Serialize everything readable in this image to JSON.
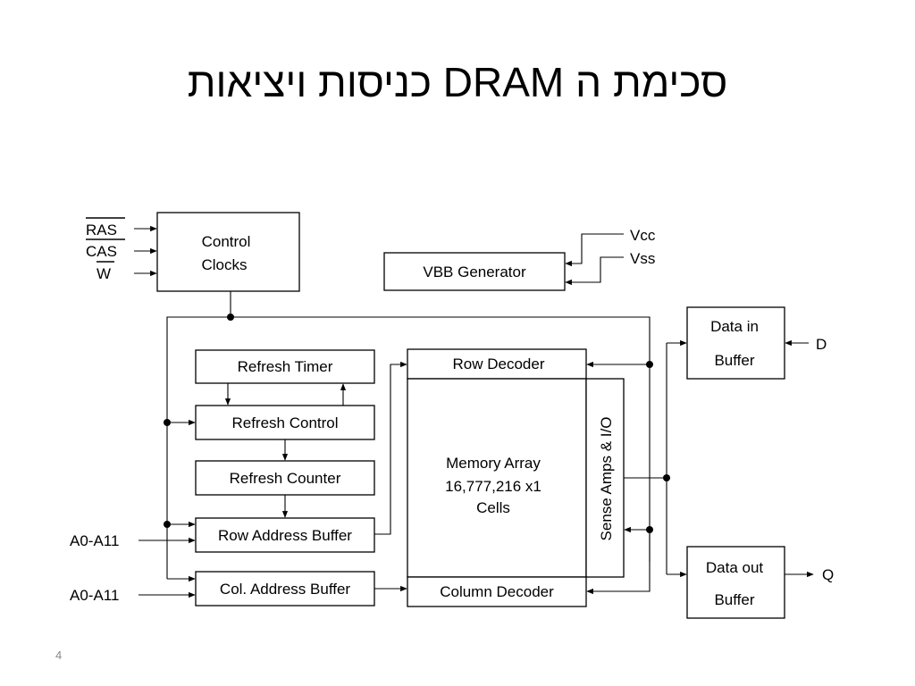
{
  "slide": {
    "title": "סכימת ה DRAM כניסות ויציאות",
    "page_number": "4"
  },
  "diagram": {
    "blocks": {
      "control_clocks": [
        "Control",
        "Clocks"
      ],
      "vbb_generator": "VBB Generator",
      "refresh_timer": "Refresh Timer",
      "refresh_control": "Refresh Control",
      "refresh_counter": "Refresh Counter",
      "row_address_buffer": "Row Address Buffer",
      "col_address_buffer": "Col. Address Buffer",
      "row_decoder": "Row Decoder",
      "column_decoder": "Column Decoder",
      "memory_array": [
        "Memory Array",
        "16,777,216 x1",
        "Cells"
      ],
      "sense_amps": "Sense Amps & I/O",
      "data_in_buffer": [
        "Data in",
        "Buffer"
      ],
      "data_out_buffer": [
        "Data out",
        "Buffer"
      ]
    },
    "pins": {
      "ras": "RAS",
      "cas": "CAS",
      "w": "W",
      "vcc": "Vcc",
      "vss": "Vss",
      "d": "D",
      "q": "Q",
      "row_address": "A0-A11",
      "col_address": "A0-A11"
    },
    "active_low_pins": [
      "RAS",
      "CAS",
      "W"
    ]
  }
}
